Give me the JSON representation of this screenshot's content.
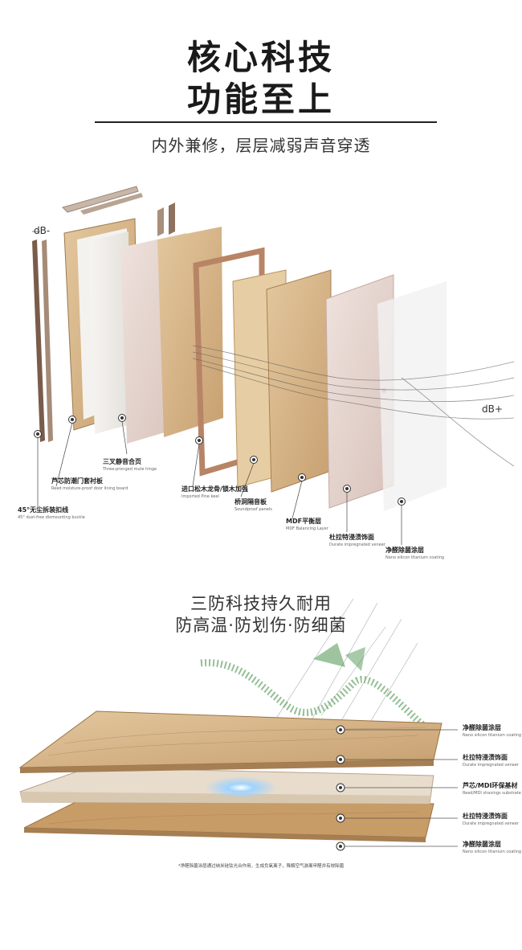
{
  "header": {
    "title_line1": "核心科技",
    "title_line2": "功能至上",
    "subtitle": "内外兼修，层层减弱声音穿透"
  },
  "door_diagram": {
    "db_minus": "dB-",
    "db_plus": "dB+",
    "labels": [
      {
        "cn": "45°无尘拆装扣线",
        "en": "45° dust-free dismounting buckle"
      },
      {
        "cn": "芦芯防潮门套衬板",
        "en": "Reed moisture-proof door lining board"
      },
      {
        "cn": "三叉静音合页",
        "en": "Three-pronged mute hinge"
      },
      {
        "cn": "进口松木龙骨/锁木加强",
        "en": "Imported Pine keel"
      },
      {
        "cn": "桥洞隔音板",
        "en": "Soundproof panels"
      },
      {
        "cn": "MDF平衡层",
        "en": "MDF Balancing Layer"
      },
      {
        "cn": "杜拉特浸渍饰面",
        "en": "Durate impregnated veneer"
      },
      {
        "cn": "净醛除菌涂层",
        "en": "Nano silicon titanium coating"
      }
    ]
  },
  "board_section": {
    "heading_line1": "三防科技持久耐用",
    "heading_line2": "防高温·防划伤·防细菌",
    "labels": [
      {
        "cn": "净醛除菌涂层",
        "en": "Nano silicon titanium coating"
      },
      {
        "cn": "杜拉特浸渍饰面",
        "en": "Durate impregnated veneer"
      },
      {
        "cn": "芦芯/MDI环保基材",
        "en": "Reed/MDI shavings substrate"
      },
      {
        "cn": "杜拉特浸渍饰面",
        "en": "Durate impregnated veneer"
      },
      {
        "cn": "净醛除菌涂层",
        "en": "Nano silicon titanium coating"
      }
    ],
    "footnote": "*净醛除菌涂层通过纳米硅钛光合作用，生成负氧离子，降解空气游离甲醛并有效除菌"
  },
  "colors": {
    "wood_light": "#e0c49a",
    "wood_mid": "#c9a06c",
    "wood_dark": "#8b6a46",
    "rose": "#e9d6d0",
    "green": "#3c8a3e"
  }
}
